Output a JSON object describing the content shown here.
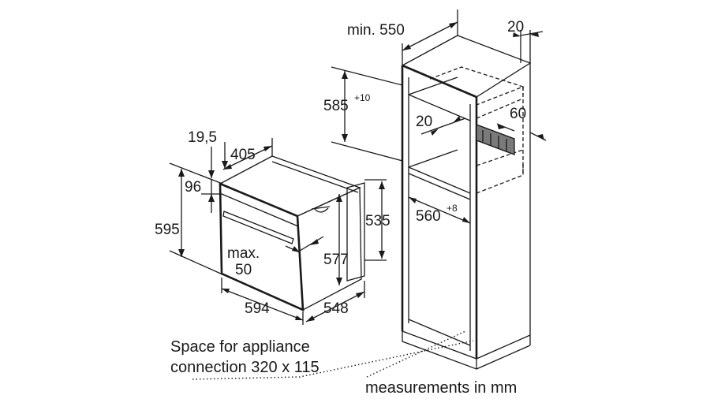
{
  "dimensions": {
    "min_depth": "min. 550",
    "top_gap": "20",
    "niche_height_value": "585",
    "niche_height_tol": "+10",
    "inner_gap": "20",
    "vent_depth": "60",
    "niche_width_value": "560",
    "niche_width_tol": "+8",
    "oven_top_offset": "19,5",
    "oven_depth_body": "405",
    "oven_front_height": "96",
    "oven_height": "595",
    "oven_body_height": "535",
    "oven_inner_height": "577",
    "oven_width": "594",
    "oven_depth": "548",
    "max_label": "max.",
    "max_value": "50"
  },
  "notes": {
    "connection_line1": "Space for appliance",
    "connection_line2": "connection 320 x 115",
    "units": "measurements in mm"
  }
}
